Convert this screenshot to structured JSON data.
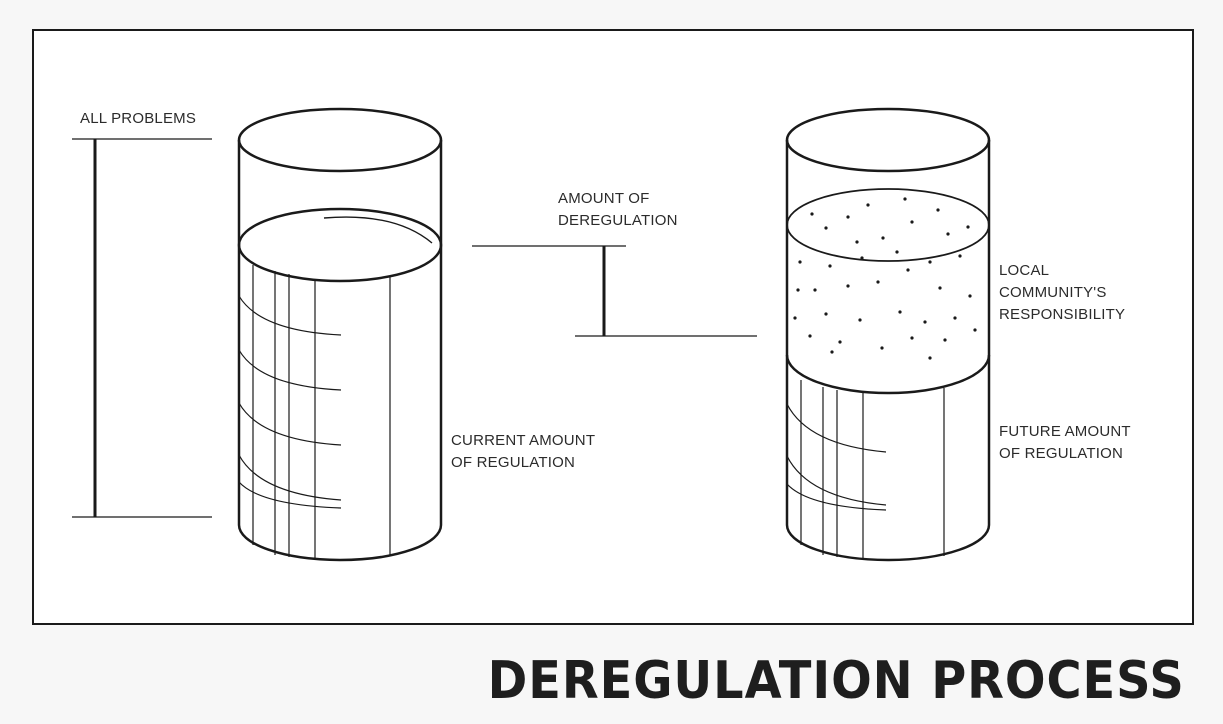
{
  "title": "DEREGULATION PROCESS",
  "labels": {
    "all_problems": "ALL PROBLEMS",
    "amount_of_deregulation": [
      "AMOUNT OF",
      "DEREGULATION"
    ],
    "current_regulation": [
      "CURRENT AMOUNT",
      "OF REGULATION"
    ],
    "local_responsibility": [
      "LOCAL",
      "COMMUNITY'S",
      "RESPONSIBILITY"
    ],
    "future_regulation": [
      "FUTURE AMOUNT",
      "OF REGULATION"
    ]
  }
}
